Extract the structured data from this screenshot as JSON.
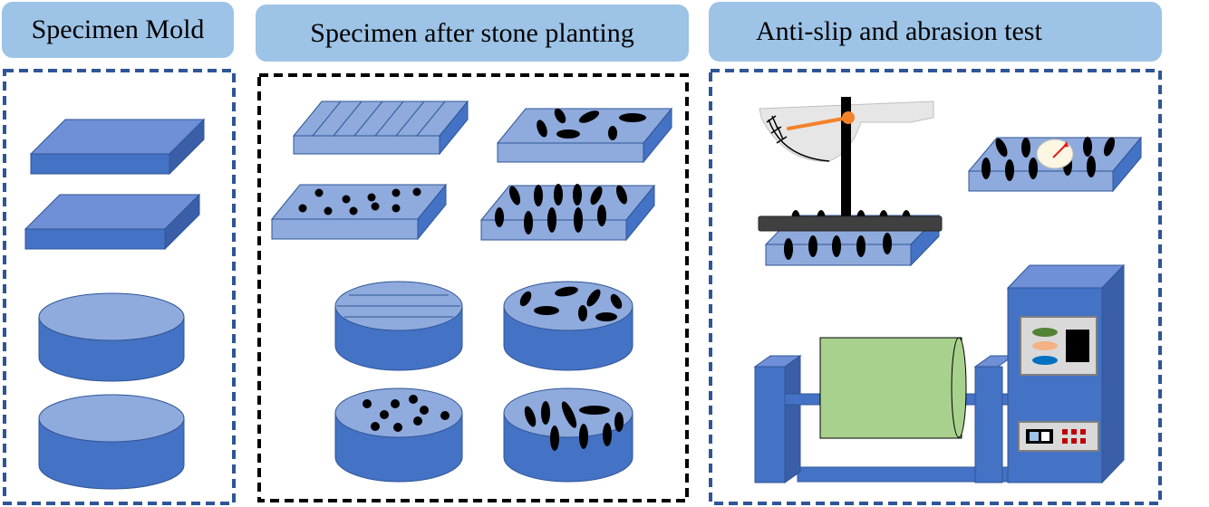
{
  "panels": [
    {
      "title": "Specimen Mold"
    },
    {
      "title": "Specimen after stone planting"
    },
    {
      "title": "Anti-slip and abrasion test"
    }
  ],
  "colors": {
    "title_bg": "#9dc3e6",
    "mold_fill": "#4472c4",
    "mold_top": "#6f8fd6",
    "planted_top": "#8faadc",
    "stone": "#000000",
    "drum": "#a9d18e",
    "frame_dash_blue": "#2f5597"
  },
  "icons": [
    "pendulum-tester-icon",
    "sand-patch-icon",
    "abrasion-machine-icon"
  ]
}
